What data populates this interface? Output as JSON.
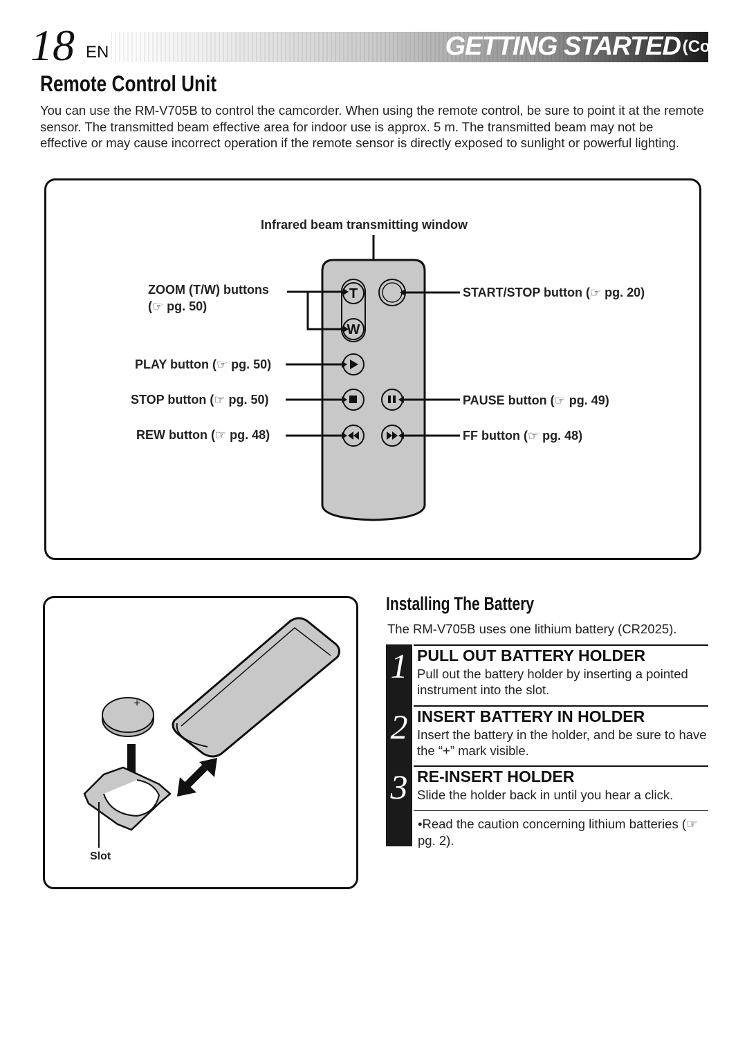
{
  "header": {
    "page_number": "18",
    "language": "EN",
    "title": "GETTING STARTED",
    "cont": "(Cont.)"
  },
  "section_title": "Remote Control Unit",
  "intro": "You can use the RM-V705B to control the camcorder. When using the remote control, be sure to point it at the remote sensor. The transmitted beam effective area for indoor use is approx. 5 m. The transmitted beam may not be effective or may cause incorrect operation if the remote sensor is directly exposed to sunlight or powerful lighting.",
  "remote_diagram": {
    "infrared_label": "Infrared beam transmitting window",
    "zoom_label": "ZOOM (T/W) buttons",
    "zoom_ref": "(☞ pg. 50)",
    "play_label": "PLAY button (☞ pg. 50)",
    "stop_label": "STOP button (☞ pg. 50)",
    "rew_label": "REW button (☞ pg. 48)",
    "startstop_label": "START/STOP button (☞ pg. 20)",
    "pause_label": "PAUSE button (☞ pg. 49)",
    "ff_label": "FF button (☞ pg. 48)",
    "button_t": "T",
    "button_w": "W"
  },
  "battery_figure": {
    "slot_label": "Slot",
    "plus_mark": "+"
  },
  "battery": {
    "title": "Installing The Battery",
    "intro": "The RM-V705B uses one lithium battery (CR2025).",
    "steps": [
      {
        "num": "1",
        "head": "PULL OUT BATTERY HOLDER",
        "body": "Pull out the battery holder by inserting a pointed instrument into the slot."
      },
      {
        "num": "2",
        "head": "INSERT BATTERY IN HOLDER",
        "body": "Insert the battery in the holder, and be sure to have the “+” mark visible."
      },
      {
        "num": "3",
        "head": "RE-INSERT HOLDER",
        "body": "Slide the holder back in until you hear a click."
      }
    ],
    "note": "•Read the caution concerning lithium batteries (☞ pg. 2)."
  },
  "colors": {
    "remote_body": "#c8c8c8",
    "step_bar": "#1a1a1a"
  }
}
